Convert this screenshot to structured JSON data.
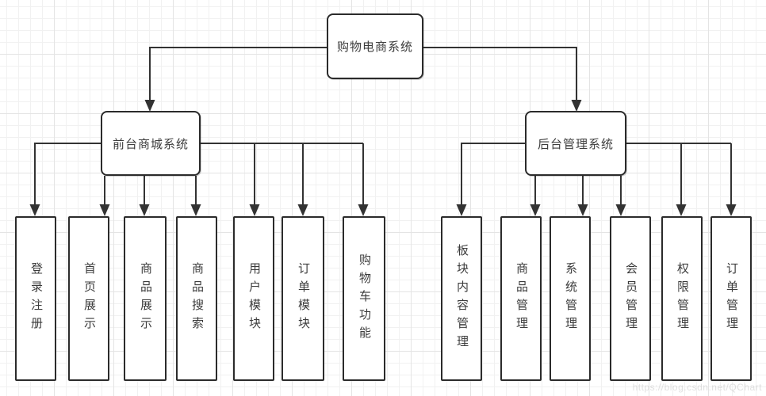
{
  "diagram": {
    "root": {
      "label": "购物电商系统"
    },
    "branches": [
      {
        "label": "前台商城系统",
        "children": [
          {
            "label": "登录注册"
          },
          {
            "label": "首页展示"
          },
          {
            "label": "商品展示"
          },
          {
            "label": "商品搜索"
          },
          {
            "label": "用户模块"
          },
          {
            "label": "订单模块"
          },
          {
            "label": "购物车功能"
          }
        ]
      },
      {
        "label": "后台管理系统",
        "children": [
          {
            "label": "板块内容管理"
          },
          {
            "label": "商品管理"
          },
          {
            "label": "系统管理"
          },
          {
            "label": "会员管理"
          },
          {
            "label": "权限管理"
          },
          {
            "label": "订单管理"
          }
        ]
      }
    ]
  },
  "watermark": {
    "text": "https://blog.csdn.net/QChart"
  },
  "colors": {
    "line": "#333333",
    "box_border": "#2b2b2b",
    "text": "#3c3c3c",
    "grid_minor": "#f1f1f1",
    "grid_major": "#e4e4e4",
    "background": "#ffffff",
    "watermark": "#c7c7c7"
  }
}
